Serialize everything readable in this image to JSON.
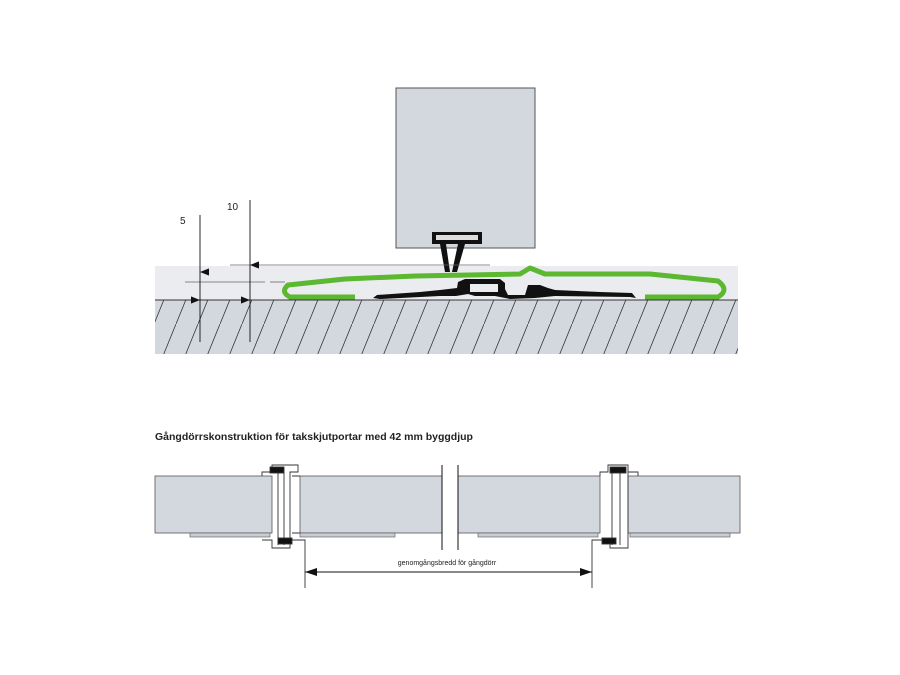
{
  "top_section": {
    "dim_small": "5",
    "dim_large": "10"
  },
  "bottom_section": {
    "title": "Gångdörrskonstruktion för takskjutportar med 42 mm byggdjup",
    "width_label": "genomgångsbredd för gångdörr"
  },
  "colors": {
    "panel": "#d3d7de",
    "floor_band": "#eaecef",
    "seal_green": "#5cb731",
    "profile_black": "#111111"
  }
}
